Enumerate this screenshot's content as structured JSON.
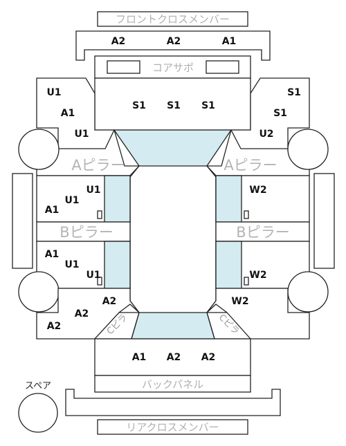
{
  "titles": {
    "front_cross_member": "フロントクロスメンバー",
    "core_support": "コアサポ",
    "a_pillar_left": "Aピラー",
    "a_pillar_right": "Aピラー",
    "b_pillar_left": "Bピラー",
    "b_pillar_right": "Bピラー",
    "back_panel": "バックパネル",
    "rear_cross_member": "リアクロスメンバー",
    "spare": "スペア",
    "c_pillar_left": "Cピラ",
    "c_pillar_right": "Cピラ"
  },
  "labels": {
    "front_1": "A2",
    "front_2": "A2",
    "front_3": "A1",
    "hood_1": "S1",
    "hood_2": "S1",
    "hood_3": "S1",
    "fl_1": "U1",
    "fl_2": "A1",
    "fl_3": "U1",
    "fr_1": "S1",
    "fr_2": "S1",
    "fr_3": "U2",
    "lf_door_1": "U1",
    "lf_door_2": "U1",
    "lf_door_3": "A1",
    "lr_door_1": "A1",
    "lr_door_2": "U1",
    "lr_door_3": "U1",
    "rf_door": "W2",
    "rr_door": "W2",
    "lrq_1": "A2",
    "lrq_2": "A2",
    "lrq_3": "A2",
    "rrq": "W2",
    "trunk_1": "A1",
    "trunk_2": "A2",
    "trunk_3": "A2"
  },
  "colors": {
    "glass": "#d4ebf1",
    "line": "#222222",
    "faint_text": "#b4b4b4"
  }
}
